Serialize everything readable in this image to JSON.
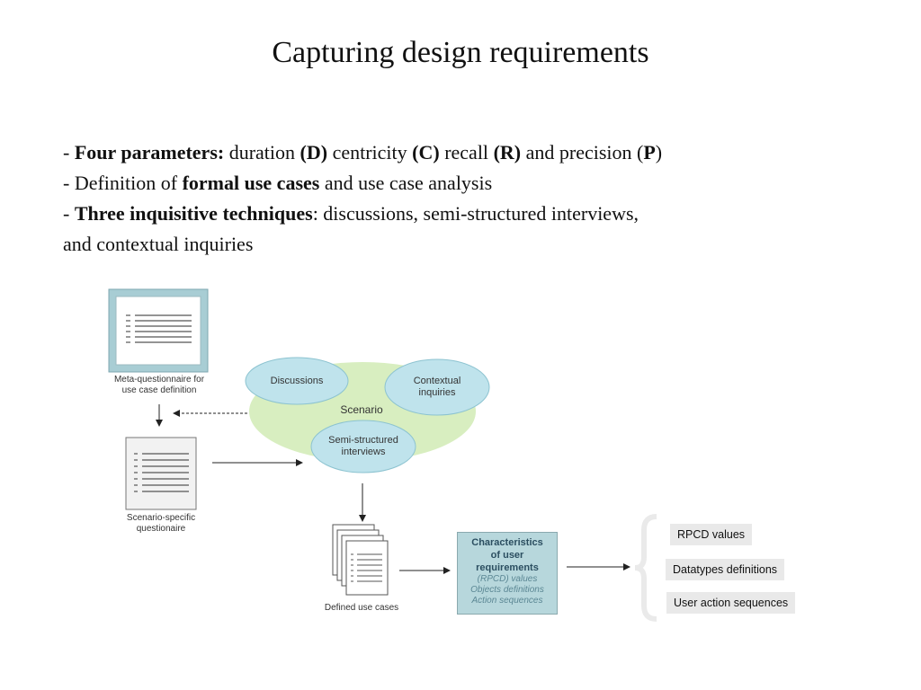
{
  "title": "Capturing design requirements",
  "bullets": {
    "b1": {
      "dash": "- ",
      "bold1": "Four parameters:",
      "t1": " duration ",
      "p1": "(D)",
      "t2": " centricity ",
      "p2": "(C)",
      "t3": " recall ",
      "p3": "(R)",
      "t4": " and precision (",
      "p4": "P",
      "t5": ")"
    },
    "b2": {
      "t1": "- Definition of ",
      "bold": "formal use cases",
      "t2": " and use case analysis"
    },
    "b3": {
      "dash": "- ",
      "bold": "Three inquisitive techniques",
      "t1": ": discussions, semi-structured interviews,",
      "t2": "and contextual inquiries"
    }
  },
  "diagram": {
    "meta_label_1": "Meta-questionnaire for",
    "meta_label_2": "use case definition",
    "scenario_label_1": "Scenario-specific",
    "scenario_label_2": "questionaire",
    "discussions": "Discussions",
    "contextual_1": "Contextual",
    "contextual_2": "inquiries",
    "scenario": "Scenario",
    "semi_1": "Semi-structured",
    "semi_2": "interviews",
    "defined_use_cases": "Defined use cases",
    "char_1": "Characteristics",
    "char_2": "of user",
    "char_3": "requirements",
    "char_4": "(RPCD) values",
    "char_5": "Objects definitions",
    "char_6": "Action sequences",
    "tags": [
      "RPCD values",
      "Datatypes definitions",
      "User action sequences"
    ]
  }
}
